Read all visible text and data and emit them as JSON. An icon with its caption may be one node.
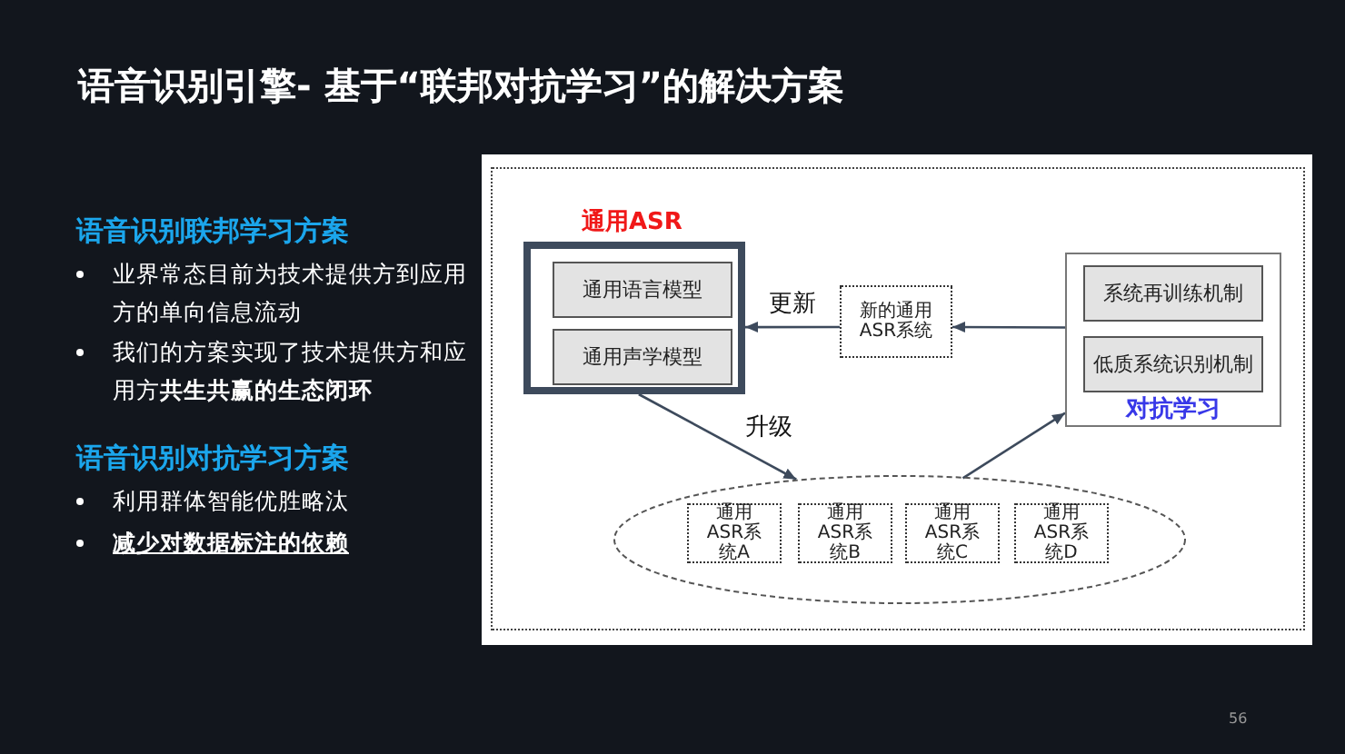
{
  "diagram": {
    "title": "语音识别引擎- 基于“联邦对抗学习”的解决方案",
    "nodes": [
      {
        "text": [
          "通用ASR"
        ]
      },
      {
        "text": [
          "通用语言模型"
        ],
        "in": 0
      },
      {
        "text": [
          "通用声学模型"
        ],
        "in": 0
      },
      {
        "text": [
          "新的通用ASR系统"
        ]
      },
      {
        "text": [
          "对抗学习"
        ]
      },
      {
        "text": [
          "系统再训练机制"
        ],
        "in": 4
      },
      {
        "text": [
          "低质系统识别机制"
        ],
        "in": 4
      },
      {
        "text": [],
        "shape": "ellipse"
      },
      {
        "text": [
          "通用ASR系统A"
        ],
        "in": 7
      },
      {
        "text": [
          "通用ASR系统B"
        ],
        "in": 7
      },
      {
        "text": [
          "通用ASR系统C"
        ],
        "in": 7
      },
      {
        "text": [
          "通用ASR系统D"
        ],
        "in": 7
      }
    ],
    "edges": [
      {
        "from": 3,
        "to": 0,
        "arrow": "to",
        "label": "更新"
      },
      {
        "from": 4,
        "to": 3,
        "arrow": "to"
      },
      {
        "from": 0,
        "to": 7,
        "arrow": "to",
        "label": "升级"
      },
      {
        "from": 7,
        "to": 4,
        "arrow": "to"
      }
    ],
    "labels": [
      "语音识别联邦学习方案",
      "业界常态目前为技术提供方到应用方的单向信息流动",
      "我们的方案实现了技术提供方和应用方**共生共赢的生态闭环**",
      "语音识别对抗学习方案",
      "利用群体智能优胜略汰",
      "减少对数据标注的依赖",
      "56"
    ]
  }
}
